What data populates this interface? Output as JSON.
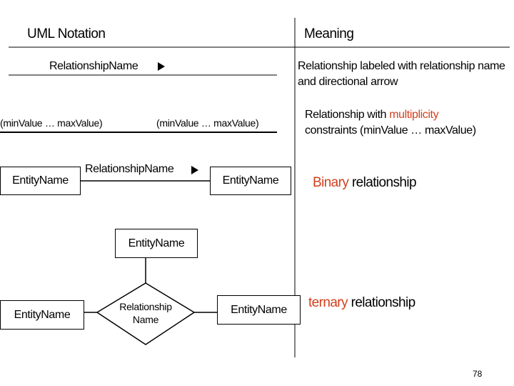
{
  "headers": {
    "notation": "UML Notation",
    "meaning": "Meaning"
  },
  "row1": {
    "label": "RelationshipName",
    "meaning_line1": "Relationship labeled with relationship name",
    "meaning_line2": "and directional arrow"
  },
  "row2": {
    "left_mult": "(minValue … maxValue)",
    "right_mult": "(minValue … maxValue)",
    "meaning_line1_prefix": "Relationship with ",
    "meaning_line1_accent": "multiplicity",
    "meaning_line2": "constraints  (minValue … maxValue)"
  },
  "row3": {
    "left_entity": "EntityName",
    "label": "RelationshipName",
    "right_entity": "EntityName",
    "meaning_accent": "Binary",
    "meaning_rest": " relationship"
  },
  "row4": {
    "top_entity": "EntityName",
    "left_entity": "EntityName",
    "right_entity": "EntityName",
    "diamond_line1": "Relationship",
    "diamond_line2": "Name",
    "meaning_accent": "ternary",
    "meaning_rest": " relationship"
  },
  "page_number": "78",
  "colors": {
    "accent": "#d2401e"
  }
}
